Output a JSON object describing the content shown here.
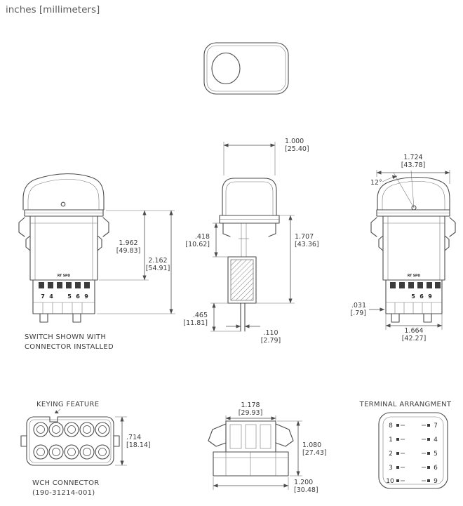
{
  "page": {
    "units_label": "inches [millimeters]",
    "background_color": "#ffffff",
    "line_color": "#4c4c4c",
    "text_color": "#3b3b3b"
  },
  "views": {
    "side_left": {
      "caption_line1": "SWITCH SHOWN WITH",
      "caption_line2": "CONNECTOR INSTALLED",
      "marking": "RT SPD",
      "terminals": [
        "7",
        "4",
        "5",
        "6",
        "9"
      ],
      "dim_body_height": {
        "in": "1.962",
        "mm": "[49.83]"
      },
      "dim_total_height": {
        "in": "2.162",
        "mm": "[54.91]"
      }
    },
    "front": {
      "dim_width": {
        "in": "1.000",
        "mm": "[25.40]"
      },
      "dim_bezel_to_connector": {
        "in": ".418",
        "mm": "[10.62]"
      },
      "dim_height": {
        "in": "1.707",
        "mm": "[43.36]"
      },
      "dim_connector_depth": {
        "in": ".465",
        "mm": "[11.81]"
      },
      "dim_wire_width": {
        "in": ".110",
        "mm": "[2.79]"
      }
    },
    "side_right": {
      "dim_actuator_width": {
        "in": "1.724",
        "mm": "[43.78]"
      },
      "angle": "12°",
      "marking": "RT SPD",
      "terminals": [
        "5",
        "6",
        "9"
      ],
      "dim_panel_gap": {
        "in": ".031",
        "mm": "[.79]"
      },
      "dim_connector_width": {
        "in": "1.664",
        "mm": "[42.27]"
      }
    },
    "keying": {
      "title": "KEYING FEATURE",
      "dim_height": {
        "in": ".714",
        "mm": "[18.14]"
      },
      "caption_line1": "WCH CONNECTOR",
      "caption_line2": "(190-31214-001)"
    },
    "connector_side": {
      "dim_top_width": {
        "in": "1.178",
        "mm": "[29.93]"
      },
      "dim_height": {
        "in": "1.080",
        "mm": "[27.43]"
      },
      "dim_bottom_width": {
        "in": "1.200",
        "mm": "[30.48]"
      }
    },
    "terminal_arrangement": {
      "title": "TERMINAL ARRANGMENT",
      "left_column": [
        "8",
        "1",
        "2",
        "3",
        "10"
      ],
      "right_column": [
        "7",
        "4",
        "5",
        "6",
        "9"
      ]
    }
  }
}
